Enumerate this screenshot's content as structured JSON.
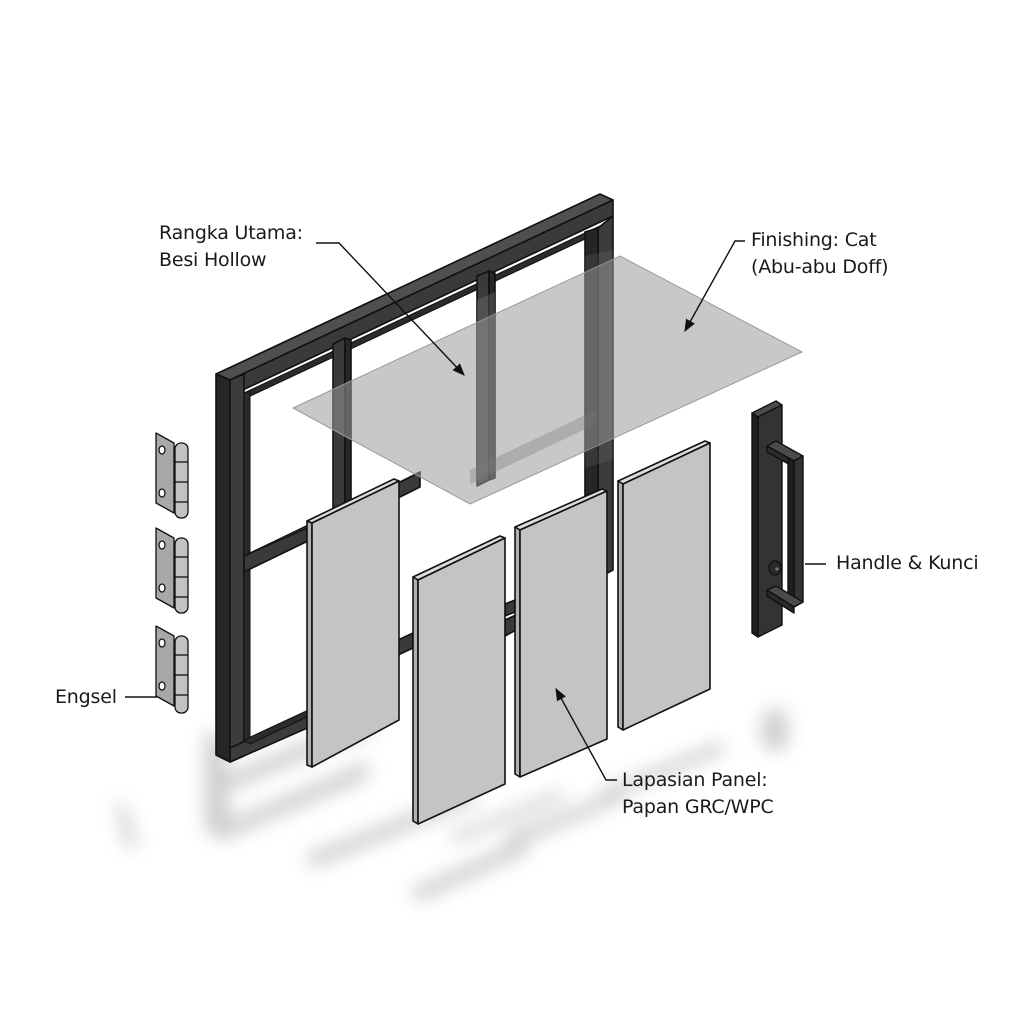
{
  "diagram": {
    "type": "exploded-view",
    "subject": "Pintu / partisi rangka besi hollow dengan panel GRC/WPC",
    "colors": {
      "background": "#ffffff",
      "frame_front": "#3c3c3c",
      "frame_side": "#262626",
      "frame_top": "#4a4a4a",
      "panel_face": "#c4c4c4",
      "panel_edge": "#d8d8d8",
      "finishing_sheet": "#9e9e9e",
      "hinge_face": "#b8b8b8",
      "handle": "#2e2e2e",
      "line": "#111111",
      "shadow": "#8a8a8a"
    },
    "components": [
      {
        "id": "frame",
        "label_lines": [
          "Rangka Utama:",
          "Besi Hollow"
        ],
        "description": "Rectangular hollow-steel frame with two vertical mullions and two horizontal rails"
      },
      {
        "id": "finishing",
        "label_lines": [
          "Finishing: Cat",
          "(Abu-abu Doff)"
        ],
        "description": "Translucent gray sheet representing paint finish layer"
      },
      {
        "id": "handle",
        "label_lines": [
          "Handle & Kunci"
        ],
        "description": "Vertical plate with U-shaped pull handle and cylinder lock"
      },
      {
        "id": "hinges",
        "label_lines": [
          "Engsel"
        ],
        "count": 3,
        "description": "Three butt hinges stacked vertically"
      },
      {
        "id": "panels",
        "label_lines": [
          "Lapasian Panel:",
          "Papan GRC/WPC"
        ],
        "count": 4,
        "description": "Four rectangular cladding boards"
      }
    ]
  },
  "labels": {
    "frame": {
      "line1": "Rangka Utama:",
      "line2": "Besi Hollow"
    },
    "finishing": {
      "line1": "Finishing: Cat",
      "line2": "(Abu-abu Doff)"
    },
    "handle": {
      "line1": "Handle & Kunci"
    },
    "hinges": {
      "line1": "Engsel"
    },
    "panels": {
      "line1": "Lapasian Panel:",
      "line2": "Papan GRC/WPC"
    }
  }
}
